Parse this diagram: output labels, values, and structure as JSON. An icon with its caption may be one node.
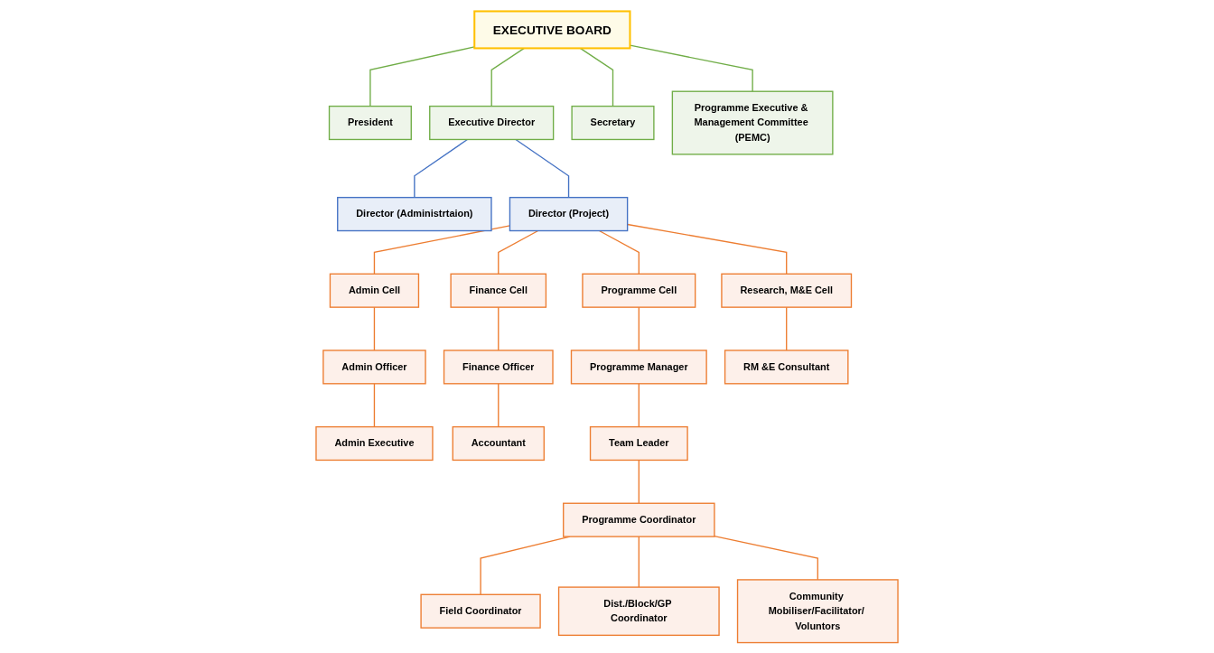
{
  "diagram": {
    "nodes": [
      {
        "text": [
          "EXECUTIVE BOARD"
        ]
      },
      {
        "text": [
          "President"
        ]
      },
      {
        "text": [
          "Executive Director"
        ]
      },
      {
        "text": [
          "Secretary"
        ]
      },
      {
        "text": [
          "Programme Executive & Management Committee (PEMC)"
        ]
      },
      {
        "text": [
          "Director (Administrtaion)"
        ]
      },
      {
        "text": [
          "Director (Project)"
        ]
      },
      {
        "text": [
          "Admin Cell"
        ]
      },
      {
        "text": [
          "Finance Cell"
        ]
      },
      {
        "text": [
          "Programme Cell"
        ]
      },
      {
        "text": [
          "Research, M&E Cell"
        ]
      },
      {
        "text": [
          "Admin Officer"
        ]
      },
      {
        "text": [
          "Finance Officer"
        ]
      },
      {
        "text": [
          "Programme Manager"
        ]
      },
      {
        "text": [
          "RM &E Consultant"
        ]
      },
      {
        "text": [
          "Admin Executive"
        ]
      },
      {
        "text": [
          "Accountant"
        ]
      },
      {
        "text": [
          "Team Leader"
        ]
      },
      {
        "text": [
          "Programme Coordinator"
        ]
      },
      {
        "text": [
          "Field Coordinator"
        ]
      },
      {
        "text": [
          "Dist./Block/GP Coordinator"
        ]
      },
      {
        "text": [
          "Community Mobiliser/Facilitator/ Voluntors"
        ]
      }
    ],
    "edges": [
      {
        "from": 0,
        "to": 1,
        "arrow": "none",
        "color": "#70ad47"
      },
      {
        "from": 0,
        "to": 2,
        "arrow": "none",
        "color": "#70ad47"
      },
      {
        "from": 0,
        "to": 3,
        "arrow": "none",
        "color": "#70ad47"
      },
      {
        "from": 0,
        "to": 4,
        "arrow": "none",
        "color": "#70ad47"
      },
      {
        "from": 2,
        "to": 5,
        "arrow": "none",
        "color": "#4472c4"
      },
      {
        "from": 2,
        "to": 6,
        "arrow": "none",
        "color": "#4472c4"
      },
      {
        "from": 6,
        "to": 7,
        "arrow": "none"
      },
      {
        "from": 6,
        "to": 8,
        "arrow": "none"
      },
      {
        "from": 6,
        "to": 9,
        "arrow": "none"
      },
      {
        "from": 6,
        "to": 10,
        "arrow": "none"
      },
      {
        "from": 7,
        "to": 11,
        "arrow": "none"
      },
      {
        "from": 11,
        "to": 15,
        "arrow": "none"
      },
      {
        "from": 8,
        "to": 12,
        "arrow": "none"
      },
      {
        "from": 12,
        "to": 16,
        "arrow": "none"
      },
      {
        "from": 9,
        "to": 13,
        "arrow": "none"
      },
      {
        "from": 13,
        "to": 17,
        "arrow": "none"
      },
      {
        "from": 17,
        "to": 18,
        "arrow": "none"
      },
      {
        "from": 10,
        "to": 14,
        "arrow": "none"
      },
      {
        "from": 18,
        "to": 19,
        "arrow": "none"
      },
      {
        "from": 18,
        "to": 20,
        "arrow": "none"
      },
      {
        "from": 18,
        "to": 21,
        "arrow": "none"
      }
    ]
  }
}
